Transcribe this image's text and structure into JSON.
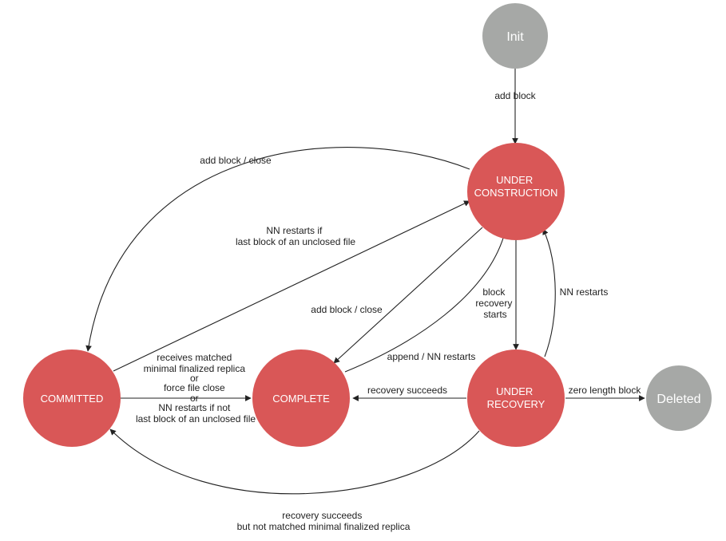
{
  "colors": {
    "active_state": "#d95757",
    "terminal_state": "#a6a8a6",
    "edge": "#222222",
    "text_on_state": "#ffffff"
  },
  "states": {
    "init": "Init",
    "under_construction": [
      "UNDER",
      "CONSTRUCTION"
    ],
    "committed": "COMMITTED",
    "complete": "COMPLETE",
    "under_recovery": [
      "UNDER",
      "RECOVERY"
    ],
    "deleted": "Deleted"
  },
  "transitions": {
    "init_to_uc": "add block",
    "uc_to_committed": "add block / close",
    "committed_to_uc": [
      "NN restarts if",
      "last block of an unclosed file"
    ],
    "uc_to_complete": "add block / close",
    "complete_to_uc": "append / NN restarts",
    "uc_to_ur": [
      "block",
      "recovery",
      "starts"
    ],
    "ur_to_uc": "NN restarts",
    "committed_to_complete": [
      "receives matched",
      "minimal finalized replica",
      "or",
      "force file close",
      "or",
      "NN restarts if not",
      "last block of an unclosed file"
    ],
    "ur_to_complete": "recovery succeeds",
    "ur_to_deleted": "zero length block",
    "ur_to_committed": [
      "recovery succeeds",
      "but not matched minimal finalized replica"
    ]
  }
}
